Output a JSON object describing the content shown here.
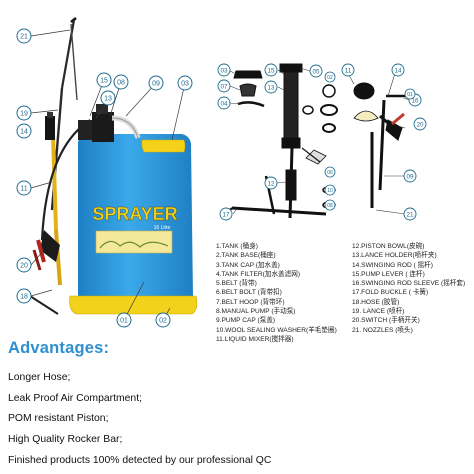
{
  "sprayer_label": "SPRAYER",
  "capacity_label": "16 Litre",
  "callouts": [
    "21",
    "19",
    "15",
    "13",
    "08",
    "09",
    "03",
    "14",
    "11",
    "18",
    "20",
    "01",
    "02"
  ],
  "diagram_callouts": [
    "03",
    "07",
    "04",
    "15",
    "13",
    "05",
    "11",
    "14",
    "16",
    "02",
    "12",
    "06",
    "17",
    "10",
    "08",
    "20",
    "09",
    "21",
    "01"
  ],
  "parts_left": [
    "1.TANK (桶身)",
    "2.TANK BASE(桶座)",
    "3.TANK CAP (加水盖)",
    "4.TANK FILTER(加水盖滤网)",
    "5.BELT (背带)",
    "6.BELT BOLT (背带扣)",
    "7.BELT HOOP (背带环)",
    "8.MANUAL PUMP (手动泵)",
    "9.PUMP CAP (泵盖)",
    "10.WOOL SEALING WASHER(羊毛垫圈)",
    "11.LIQUID MIXER(搅拌器)"
  ],
  "parts_right": [
    "12.PISTON BOWL(皮碗)",
    "13.LANCE HOLDER(喷杆夹)",
    "14.SWINGING ROD ( 摇杆)",
    "15.PUMP LEVER ( 连杆)",
    "16.SWINGING ROD SLEEVE (摇杆套)",
    "17.FOLD BUCKLE ( 卡簧)",
    "18.HOSE (胶管)",
    "19. LANCE (喷杆)",
    "20.SWITCH (手柄开关)",
    "21. NOZZLES (喷头)"
  ],
  "advantages_title": "Advantages:",
  "advantages": [
    "Longer Hose;",
    "Leak Proof Air Compartment;",
    "POM resistant Piston;",
    "High Quality Rocker Bar;",
    "Finished products 100% detected by our professional QC"
  ],
  "colors": {
    "tank_blue": "#2f9ee0",
    "base_yellow": "#f2d21a",
    "callout_circle": "#1f6b8f",
    "title_blue": "#2f8fcf"
  }
}
